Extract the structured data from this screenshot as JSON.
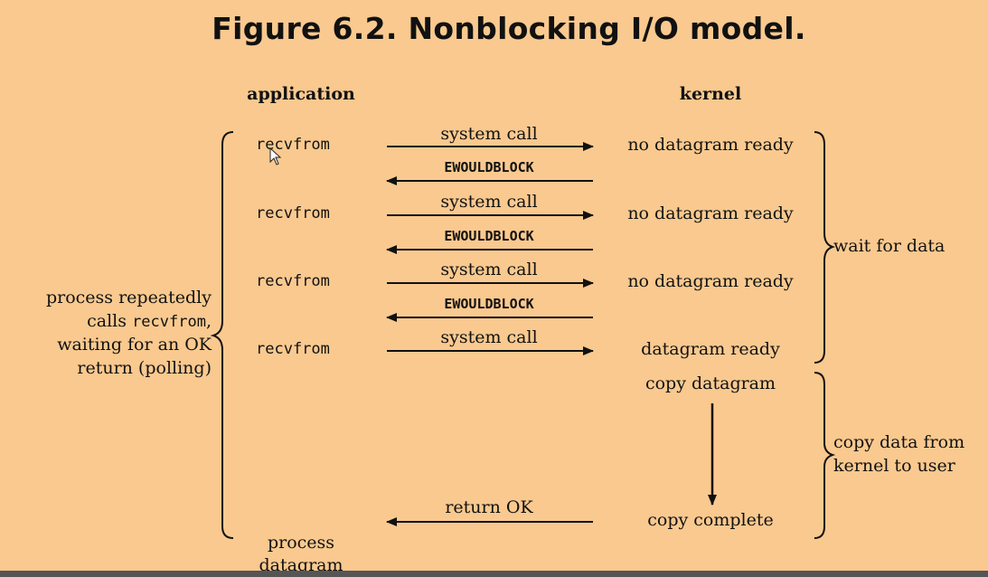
{
  "title": "Figure 6.2. Nonblocking I/O model.",
  "columns": {
    "application": "application",
    "kernel": "kernel"
  },
  "rows": [
    {
      "app": "recvfrom",
      "call": "system call",
      "kernel": "no datagram ready",
      "reply": "EWOULDBLOCK"
    },
    {
      "app": "recvfrom",
      "call": "system call",
      "kernel": "no datagram ready",
      "reply": "EWOULDBLOCK"
    },
    {
      "app": "recvfrom",
      "call": "system call",
      "kernel": "no datagram ready",
      "reply": "EWOULDBLOCK"
    },
    {
      "app": "recvfrom",
      "call": "system call",
      "kernel": "datagram ready"
    }
  ],
  "copy_datagram": "copy datagram",
  "copy_complete": "copy complete",
  "return_ok": "return OK",
  "process_datagram": [
    "process",
    "datagram"
  ],
  "left_note": {
    "line1": "process repeatedly",
    "line2_pre": "calls ",
    "line2_code": "recvfrom",
    "line2_post": ",",
    "line3": "waiting for an OK",
    "line4": "return (polling)"
  },
  "wait_for_data": "wait for data",
  "copy_note": [
    "copy data from",
    "kernel to user"
  ],
  "colors": {
    "background": "#f9c98f",
    "ink": "#111111"
  },
  "icons": [
    "mouse-cursor-icon"
  ]
}
